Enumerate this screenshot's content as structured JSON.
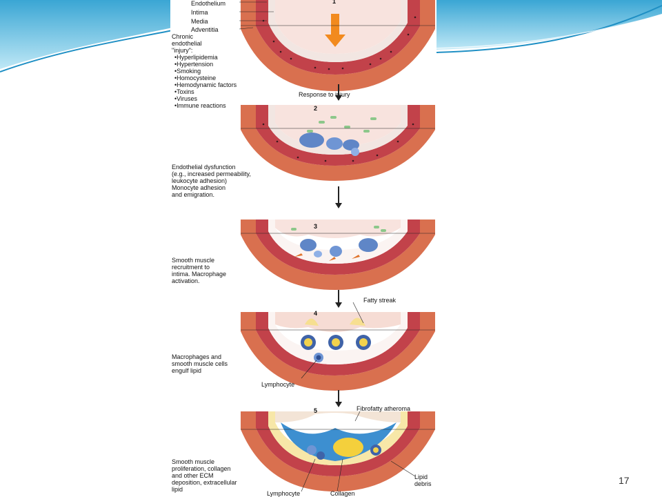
{
  "slide": {
    "page_number": "17",
    "colors": {
      "wave_dark": "#1e8fc4",
      "wave_light": "#9fdbf0",
      "adventitia": "#d9704f",
      "media": "#c2424a",
      "intima": "#f2d3cc",
      "lumen": "#f8e3de",
      "arrow_orange": "#f28a1e"
    }
  },
  "diagram": {
    "layer_labels": [
      "Endothelium",
      "Intima",
      "Media",
      "Adventitia"
    ],
    "injury": {
      "title_lines": [
        "Chronic",
        "endothelial",
        "\"injury\":"
      ],
      "causes": [
        "Hyperlipidemia",
        "Hypertension",
        "Smoking",
        "Homocysteine",
        "Hemodynamic factors",
        "Toxins",
        "Viruses",
        "Immune reactions"
      ]
    },
    "response_label": "Response to injury",
    "steps": [
      {
        "number": "1",
        "caption": ""
      },
      {
        "number": "2",
        "caption": "Endothelial dysfunction\n(e.g., increased permeability,\nleukocyte adhesion)\nMonocyte adhesion\nand emigration."
      },
      {
        "number": "3",
        "caption": "Smooth muscle\nrecruitment to\nintima. Macrophage\nactivation."
      },
      {
        "number": "4",
        "caption": "Macrophages and\nsmooth muscle cells\nengulf lipid"
      },
      {
        "number": "5",
        "caption": "Smooth muscle\nproliferation, collagen\nand other ECM\ndeposition, extracellular\nlipid"
      }
    ],
    "callouts": {
      "fatty_streak": "Fatty streak",
      "lymphocyte_4": "Lymphocyte",
      "fibrofatty_atheroma": "Fibrofatty atheroma",
      "lipid_debris": "Lipid\ndebris",
      "lymphocyte_5": "Lymphocyte",
      "collagen": "Collagen"
    }
  }
}
